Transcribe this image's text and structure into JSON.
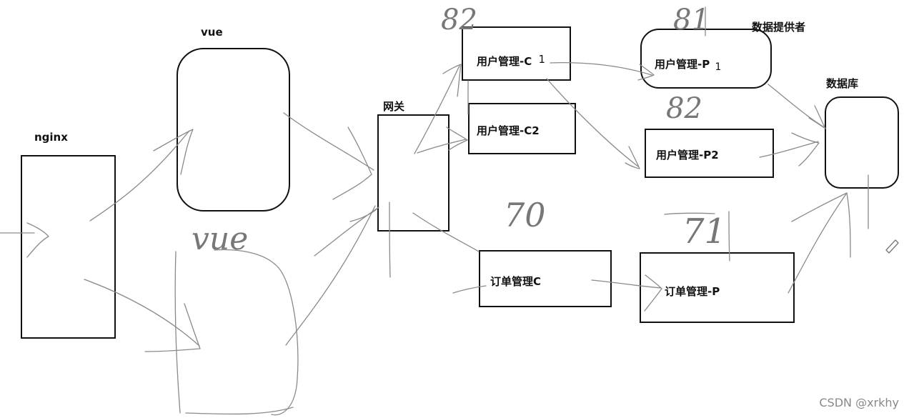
{
  "labels": {
    "nginx": "nginx",
    "vue_top": "vue",
    "gateway": "网关",
    "data_provider": "数据提供者",
    "database": "数据库",
    "user_c1": "用户管理-C",
    "user_c1_num": "1",
    "user_c2": "用户管理-C2",
    "user_p1": "用户管理-P",
    "user_p1_num": "1",
    "user_p2": "用户管理-P2",
    "order_c": "订单管理C",
    "order_p": "订单管理-P"
  },
  "handwritten": {
    "vue": "vue",
    "n82_top": "82",
    "n81": "81",
    "n82_mid": "82",
    "n70": "70",
    "n71": "71"
  },
  "watermark": "CSDN @xrkhy"
}
